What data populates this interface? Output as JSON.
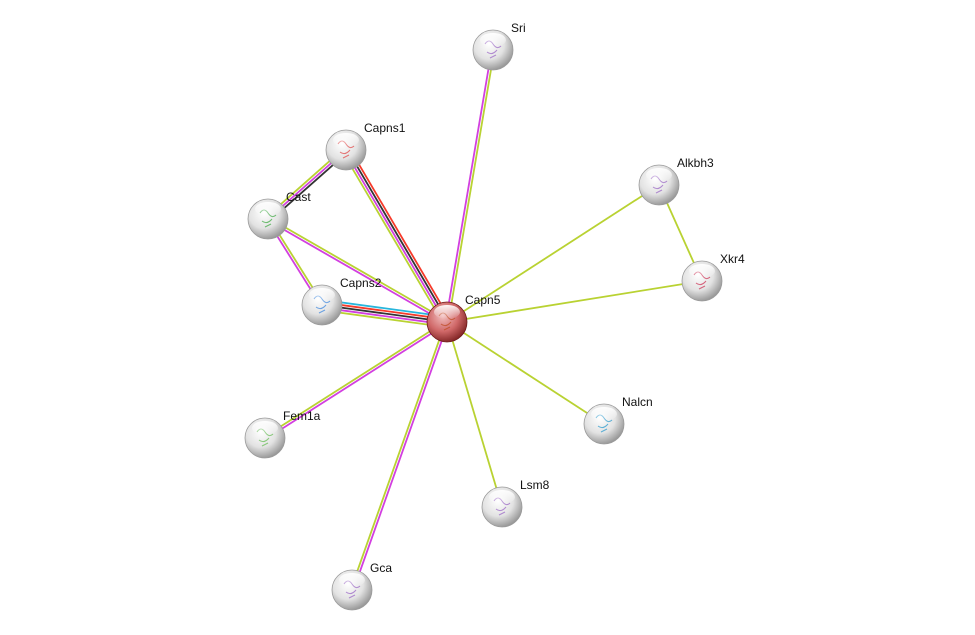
{
  "colors": {
    "textmining": "#b9d232",
    "coexpression": "#333333",
    "experiments": "#d23fe0",
    "databases": "#27b6dc",
    "fusion": "#f63a2a",
    "node_center": "#d86a6a",
    "node_default": "#dcdcdc"
  },
  "query_node": "Capn5",
  "nodes": [
    {
      "id": "Capn5",
      "label": "Capn5"
    },
    {
      "id": "Sri",
      "label": "Sri"
    },
    {
      "id": "Capns1",
      "label": "Capns1"
    },
    {
      "id": "Cast",
      "label": "Cast"
    },
    {
      "id": "Alkbh3",
      "label": "Alkbh3"
    },
    {
      "id": "Xkr4",
      "label": "Xkr4"
    },
    {
      "id": "Capns2",
      "label": "Capns2"
    },
    {
      "id": "Fem1a",
      "label": "Fem1a"
    },
    {
      "id": "Nalcn",
      "label": "Nalcn"
    },
    {
      "id": "Lsm8",
      "label": "Lsm8"
    },
    {
      "id": "Gca",
      "label": "Gca"
    }
  ],
  "edges": [
    {
      "source": "Capn5",
      "target": "Sri",
      "types": [
        "experiments",
        "textmining"
      ]
    },
    {
      "source": "Capn5",
      "target": "Capns1",
      "types": [
        "textmining",
        "experiments",
        "coexpression",
        "fusion"
      ]
    },
    {
      "source": "Capn5",
      "target": "Cast",
      "types": [
        "experiments",
        "textmining"
      ]
    },
    {
      "source": "Capn5",
      "target": "Capns2",
      "types": [
        "textmining",
        "experiments",
        "coexpression",
        "fusion",
        "databases"
      ]
    },
    {
      "source": "Capn5",
      "target": "Alkbh3",
      "types": [
        "textmining"
      ]
    },
    {
      "source": "Capn5",
      "target": "Xkr4",
      "types": [
        "textmining"
      ]
    },
    {
      "source": "Alkbh3",
      "target": "Xkr4",
      "types": [
        "textmining"
      ]
    },
    {
      "source": "Capn5",
      "target": "Nalcn",
      "types": [
        "textmining"
      ]
    },
    {
      "source": "Capn5",
      "target": "Lsm8",
      "types": [
        "textmining"
      ]
    },
    {
      "source": "Capn5",
      "target": "Fem1a",
      "types": [
        "experiments",
        "textmining"
      ]
    },
    {
      "source": "Capn5",
      "target": "Gca",
      "types": [
        "experiments",
        "textmining"
      ]
    },
    {
      "source": "Cast",
      "target": "Capns1",
      "types": [
        "textmining",
        "experiments",
        "coexpression"
      ]
    },
    {
      "source": "Cast",
      "target": "Capns2",
      "types": [
        "textmining",
        "experiments"
      ]
    }
  ]
}
